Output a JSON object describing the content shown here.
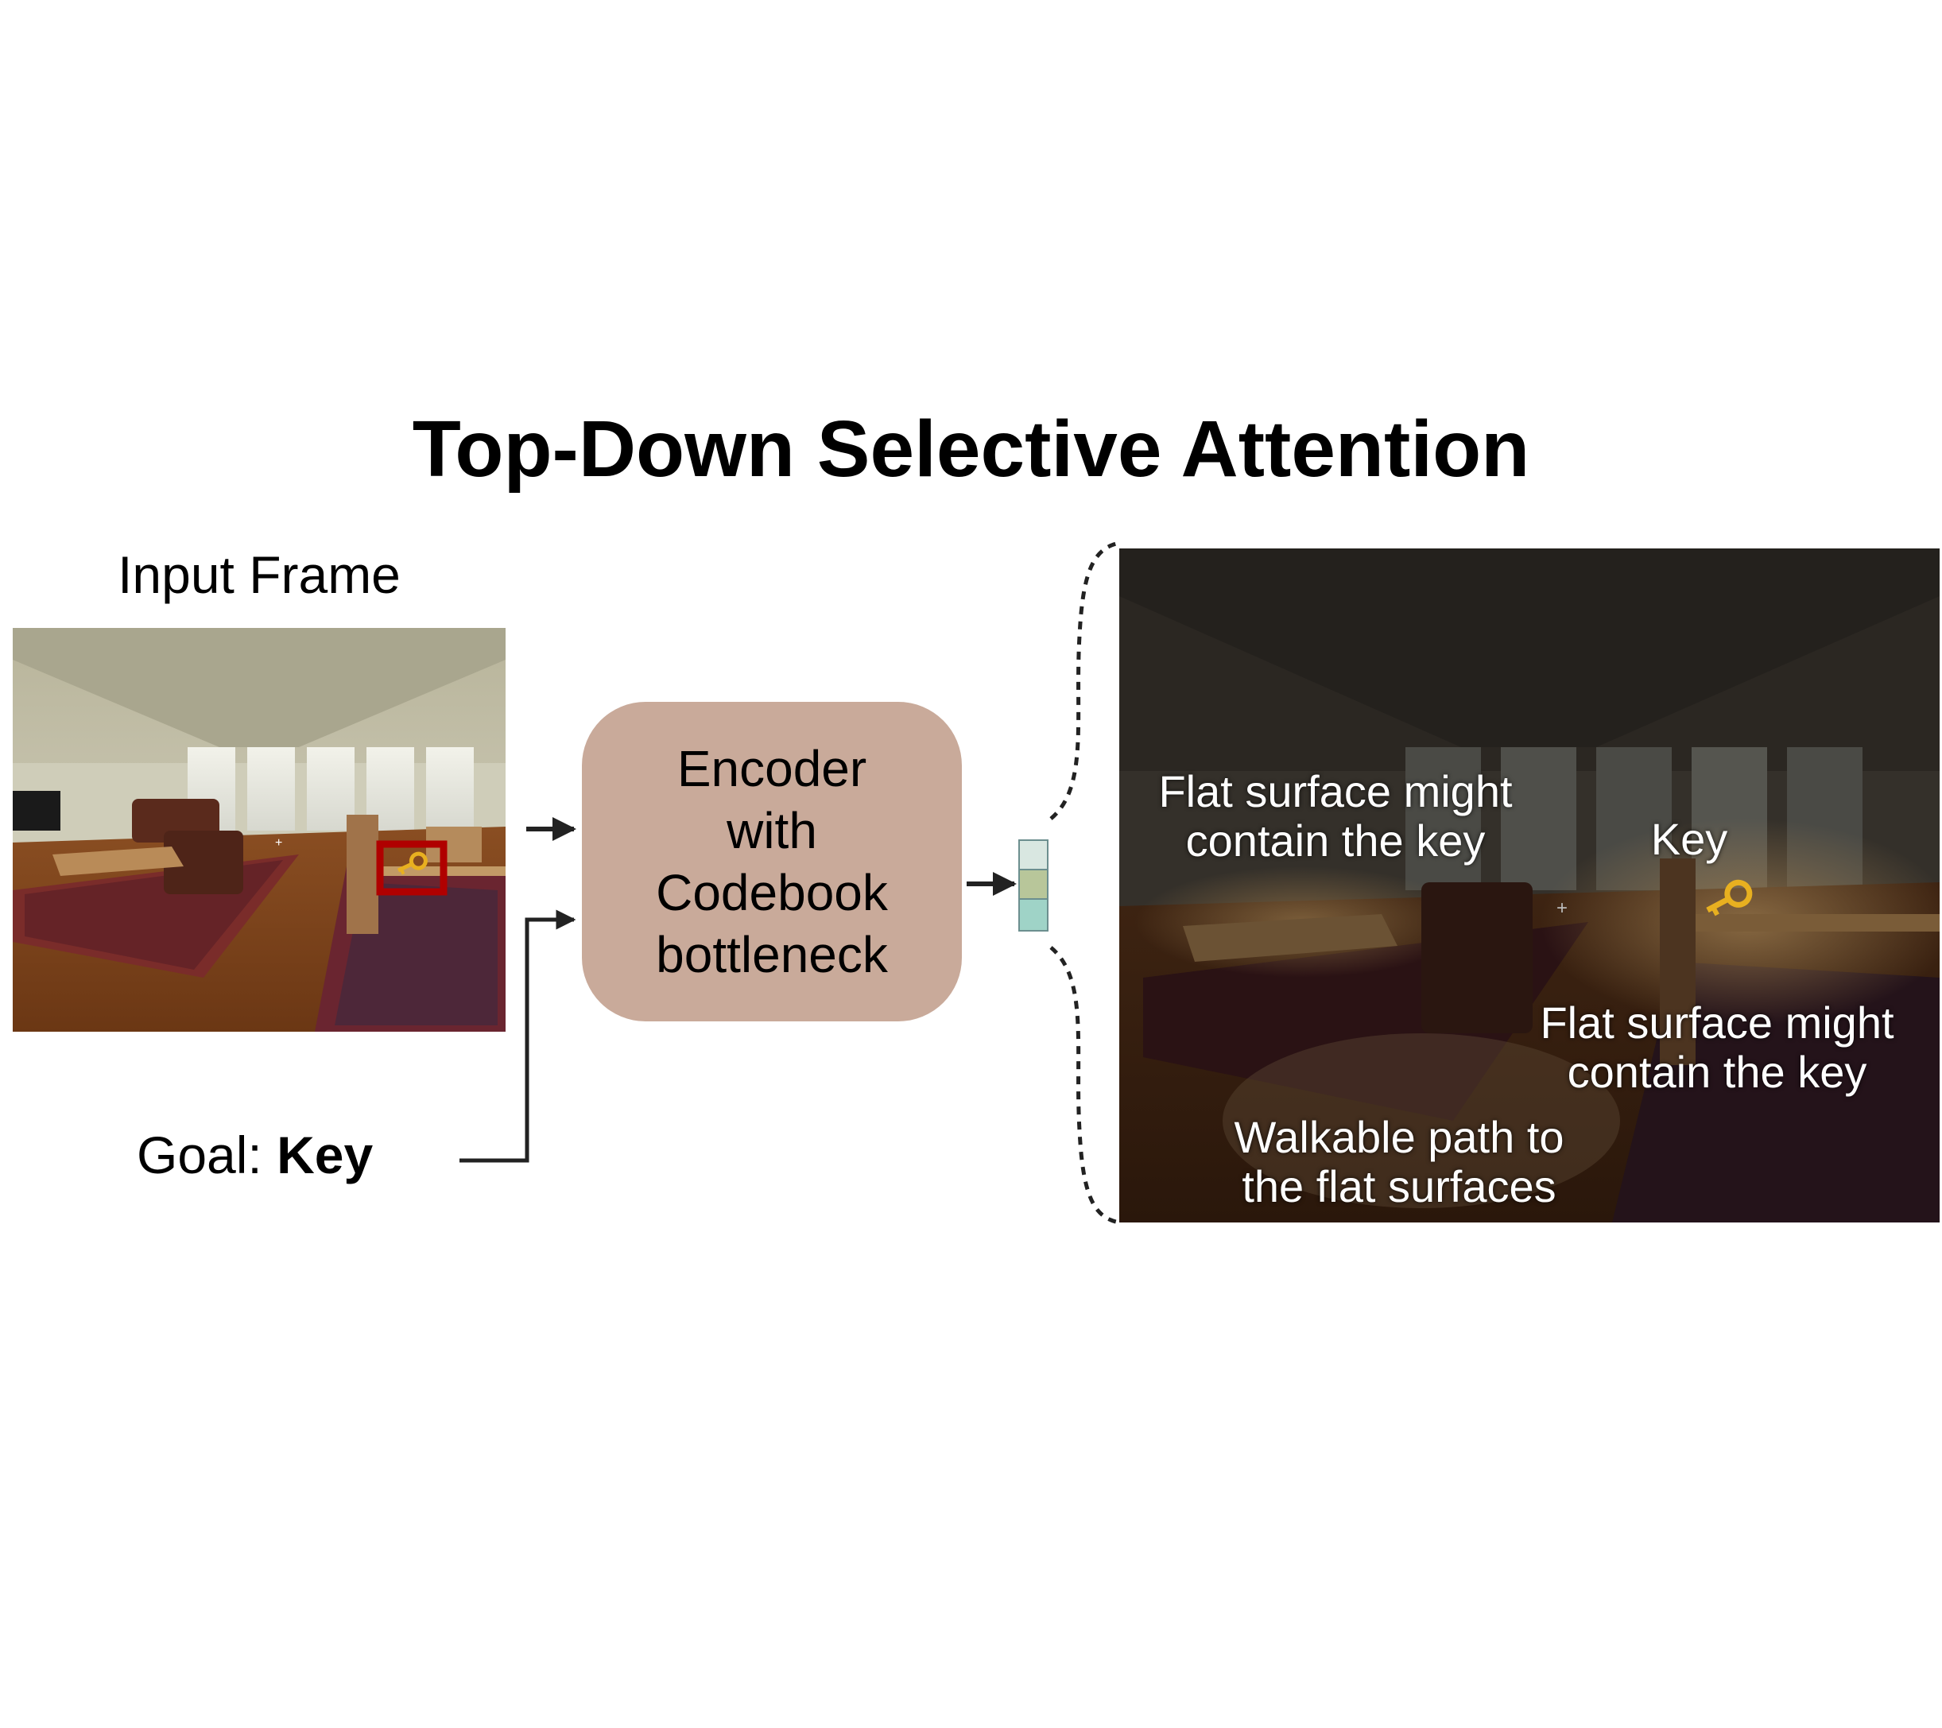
{
  "title": "Top-Down Selective Attention",
  "input": {
    "label": "Input Frame",
    "image": "living-room-scene"
  },
  "goal": {
    "prefix": "Goal: ",
    "value": "Key"
  },
  "encoder": {
    "lines": [
      "Encoder",
      "with",
      "Codebook",
      "bottleneck"
    ]
  },
  "code_vector": {
    "colors": [
      "#d9e7e1",
      "#b8c69a",
      "#9fd3c7"
    ]
  },
  "output": {
    "image": "attended-living-room-scene",
    "annotations": [
      {
        "lines": [
          "Flat surface might",
          "contain the key"
        ]
      },
      {
        "lines": [
          "Key"
        ]
      },
      {
        "lines": [
          "Flat surface might",
          "contain the key"
        ]
      },
      {
        "lines": [
          "Walkable path to",
          "the flat surfaces"
        ]
      }
    ]
  },
  "colors": {
    "encoder_fill": "#c9aa9a",
    "highlight_box": "#b00000",
    "key": "#e8b020"
  }
}
